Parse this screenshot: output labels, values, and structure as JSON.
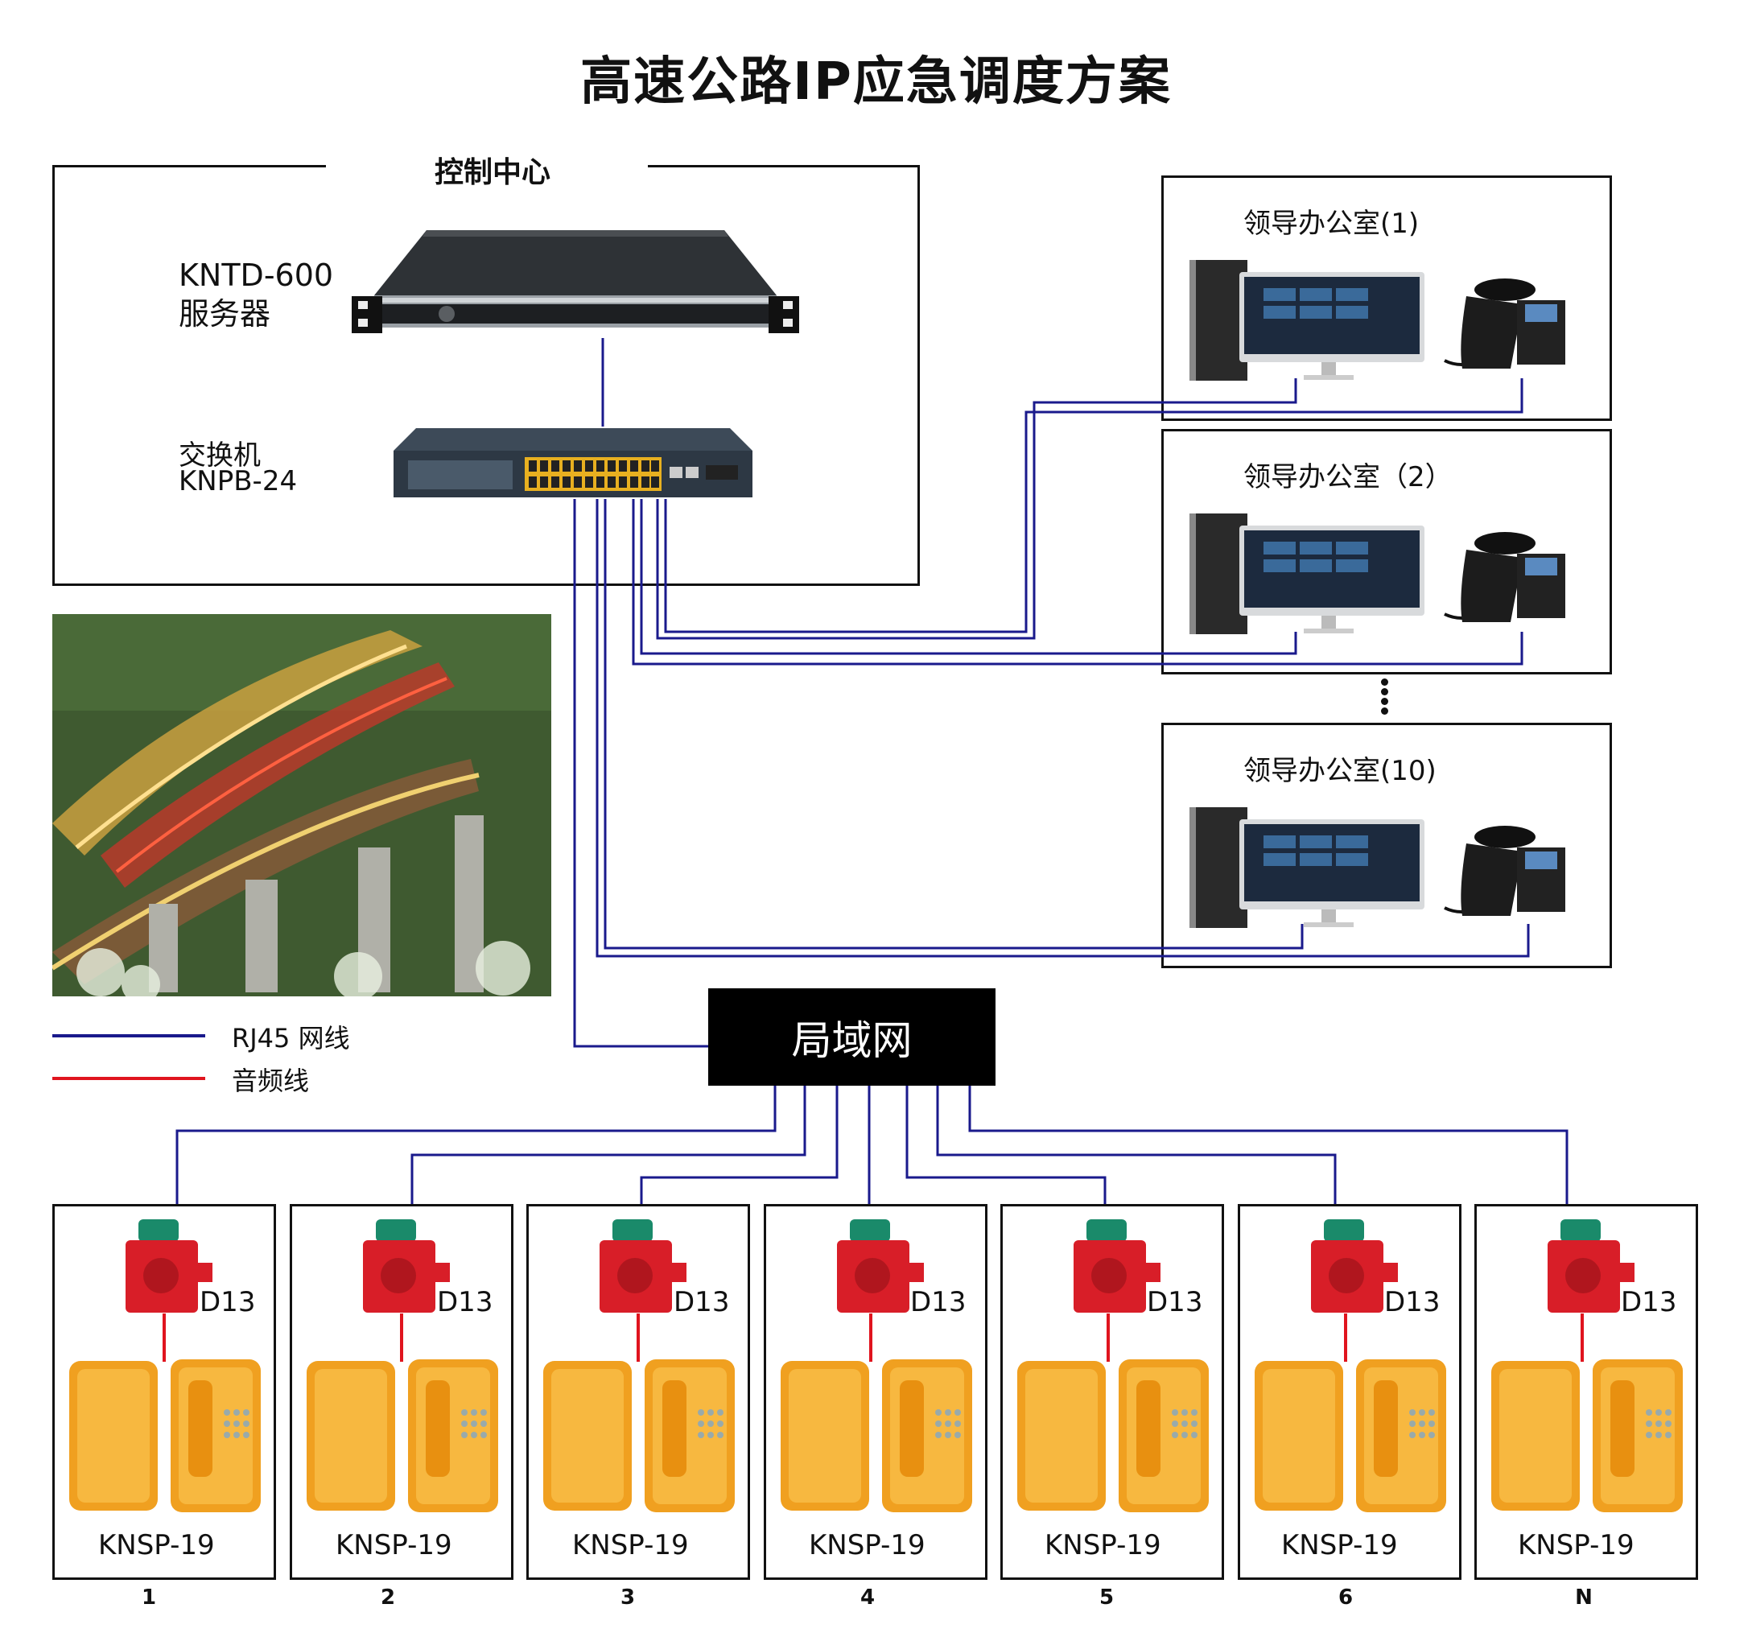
{
  "title": "高速公路IP应急调度方案",
  "control_center": {
    "label": "控制中心",
    "server": {
      "model": "KNTD-600",
      "name": "服务器"
    },
    "switch": {
      "name": "交换机",
      "model": "KNPB-24"
    }
  },
  "offices": [
    {
      "label": "领导办公室(1)"
    },
    {
      "label": "领导办公室（2）"
    },
    {
      "label": "领导办公室(10)"
    }
  ],
  "lan": {
    "label": "局域网"
  },
  "legend": [
    {
      "label": "RJ45  网线",
      "color": "#1a1a8c"
    },
    {
      "label": "音频线",
      "color": "#e0141e"
    }
  ],
  "extensions": [
    {
      "number": "1",
      "model": "KNSP-19",
      "alarm": "D13"
    },
    {
      "number": "2",
      "model": "KNSP-19",
      "alarm": "D13"
    },
    {
      "number": "3",
      "model": "KNSP-19",
      "alarm": "D13"
    },
    {
      "number": "4",
      "model": "KNSP-19",
      "alarm": "D13"
    },
    {
      "number": "5",
      "model": "KNSP-19",
      "alarm": "D13"
    },
    {
      "number": "6",
      "model": "KNSP-19",
      "alarm": "D13"
    },
    {
      "number": "N",
      "model": "KNSP-19",
      "alarm": "D13"
    }
  ],
  "colors": {
    "rj45": "#1a1a8c",
    "audio": "#e0141e",
    "phone_housing": "#f0a020",
    "alarm_body": "#d81e28",
    "alarm_lamp": "#1a8a6a"
  }
}
